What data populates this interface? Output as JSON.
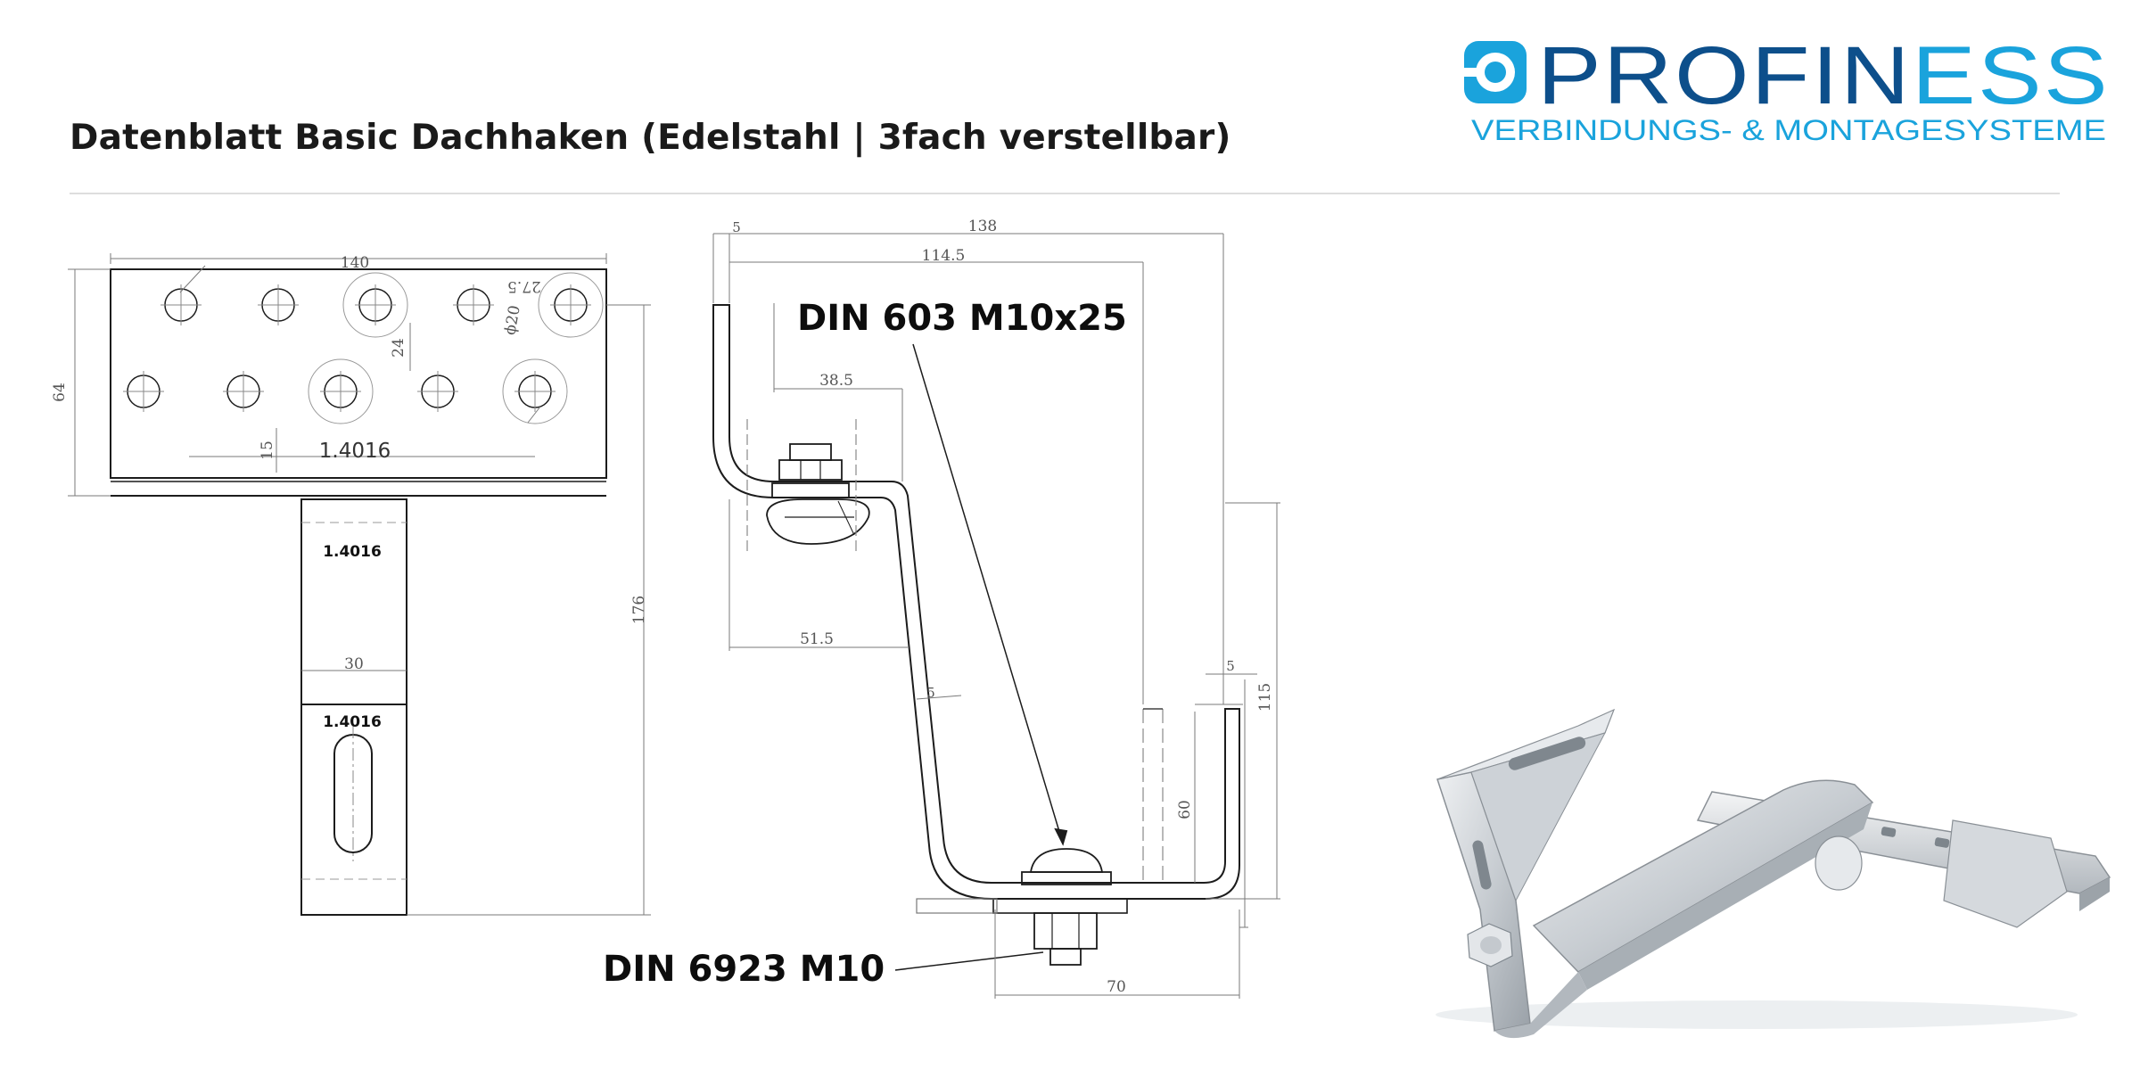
{
  "header": {
    "title": "Datenblatt Basic Dachhaken (Edelstahl | 3fach verstellbar)"
  },
  "logo": {
    "brand_dark": "PROFIN",
    "brand_light": "ESS",
    "tagline": "VERBINDUNGS- & MONTAGESYSTEME",
    "color_dark": "#0d4f8b",
    "color_light": "#1aa3dc",
    "icon": "profiness-ring-icon"
  },
  "colors": {
    "line": "#1c1c1c",
    "dimension": "#7a7a7a",
    "photo_steel": "#cfd4d8"
  },
  "front_view": {
    "material_plate": "1.4016",
    "material_arm_upper": "1.4016",
    "material_arm_lower": "1.4016",
    "dim_plate_width": "140",
    "dim_plate_height": "64",
    "dim_total_height": "176",
    "dim_arm_width": "30",
    "dim_hole_spacing": "27.5",
    "dim_hole_diameter": "ϕ20",
    "dim_row_spacing": "24",
    "dim_edge_offset": "15"
  },
  "side_view": {
    "callout_screw": "DIN 603 M10x25",
    "callout_nut": "DIN 6923 M10",
    "dim_flange": "5",
    "dim_total_length": "138",
    "dim_inner_length": "114.5",
    "dim_screw_offset": "38.5",
    "dim_bend_offset": "51.5",
    "dim_thickness": "5",
    "dim_tip_thickness": "5",
    "dim_tip_height": "115",
    "dim_slot_height": "60",
    "dim_base_width": "70"
  }
}
